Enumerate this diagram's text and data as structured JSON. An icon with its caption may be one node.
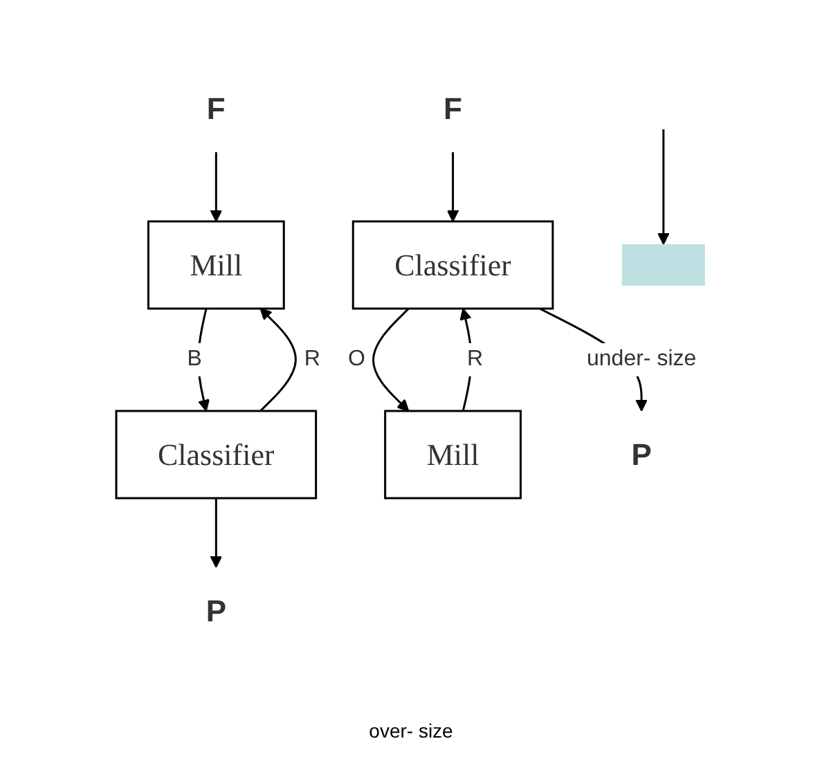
{
  "diagram": {
    "nodes": [
      {
        "text": [
          "F"
        ]
      },
      {
        "text": [
          "Mill"
        ]
      },
      {
        "text": [
          "Classifier"
        ]
      },
      {
        "text": [
          "P"
        ]
      },
      {
        "text": [
          "F"
        ]
      },
      {
        "text": [
          "Classifier"
        ]
      },
      {
        "text": [
          "Mill"
        ]
      },
      {
        "text": [
          "P"
        ]
      },
      {
        "text": [],
        "shape": "bar"
      }
    ],
    "edges": [
      {
        "from": 0,
        "to": 1,
        "arrow": "to"
      },
      {
        "from": 1,
        "to": 2,
        "arrow": "to",
        "label": "B"
      },
      {
        "from": 2,
        "to": 3,
        "arrow": "to"
      },
      {
        "from": 2,
        "to": 1,
        "arrow": "to",
        "label": "R"
      },
      {
        "from": 4,
        "to": 5,
        "arrow": "to"
      },
      {
        "from": 5,
        "to": 7,
        "arrow": "to",
        "label": "under- size"
      },
      {
        "from": 5,
        "to": 6,
        "arrow": "to",
        "label": "O"
      },
      {
        "from": 6,
        "to": 5,
        "arrow": "to",
        "label": "R"
      },
      {
        "from": null,
        "to": 8,
        "arrow": "to"
      }
    ],
    "labels": [
      "over- size"
    ]
  }
}
